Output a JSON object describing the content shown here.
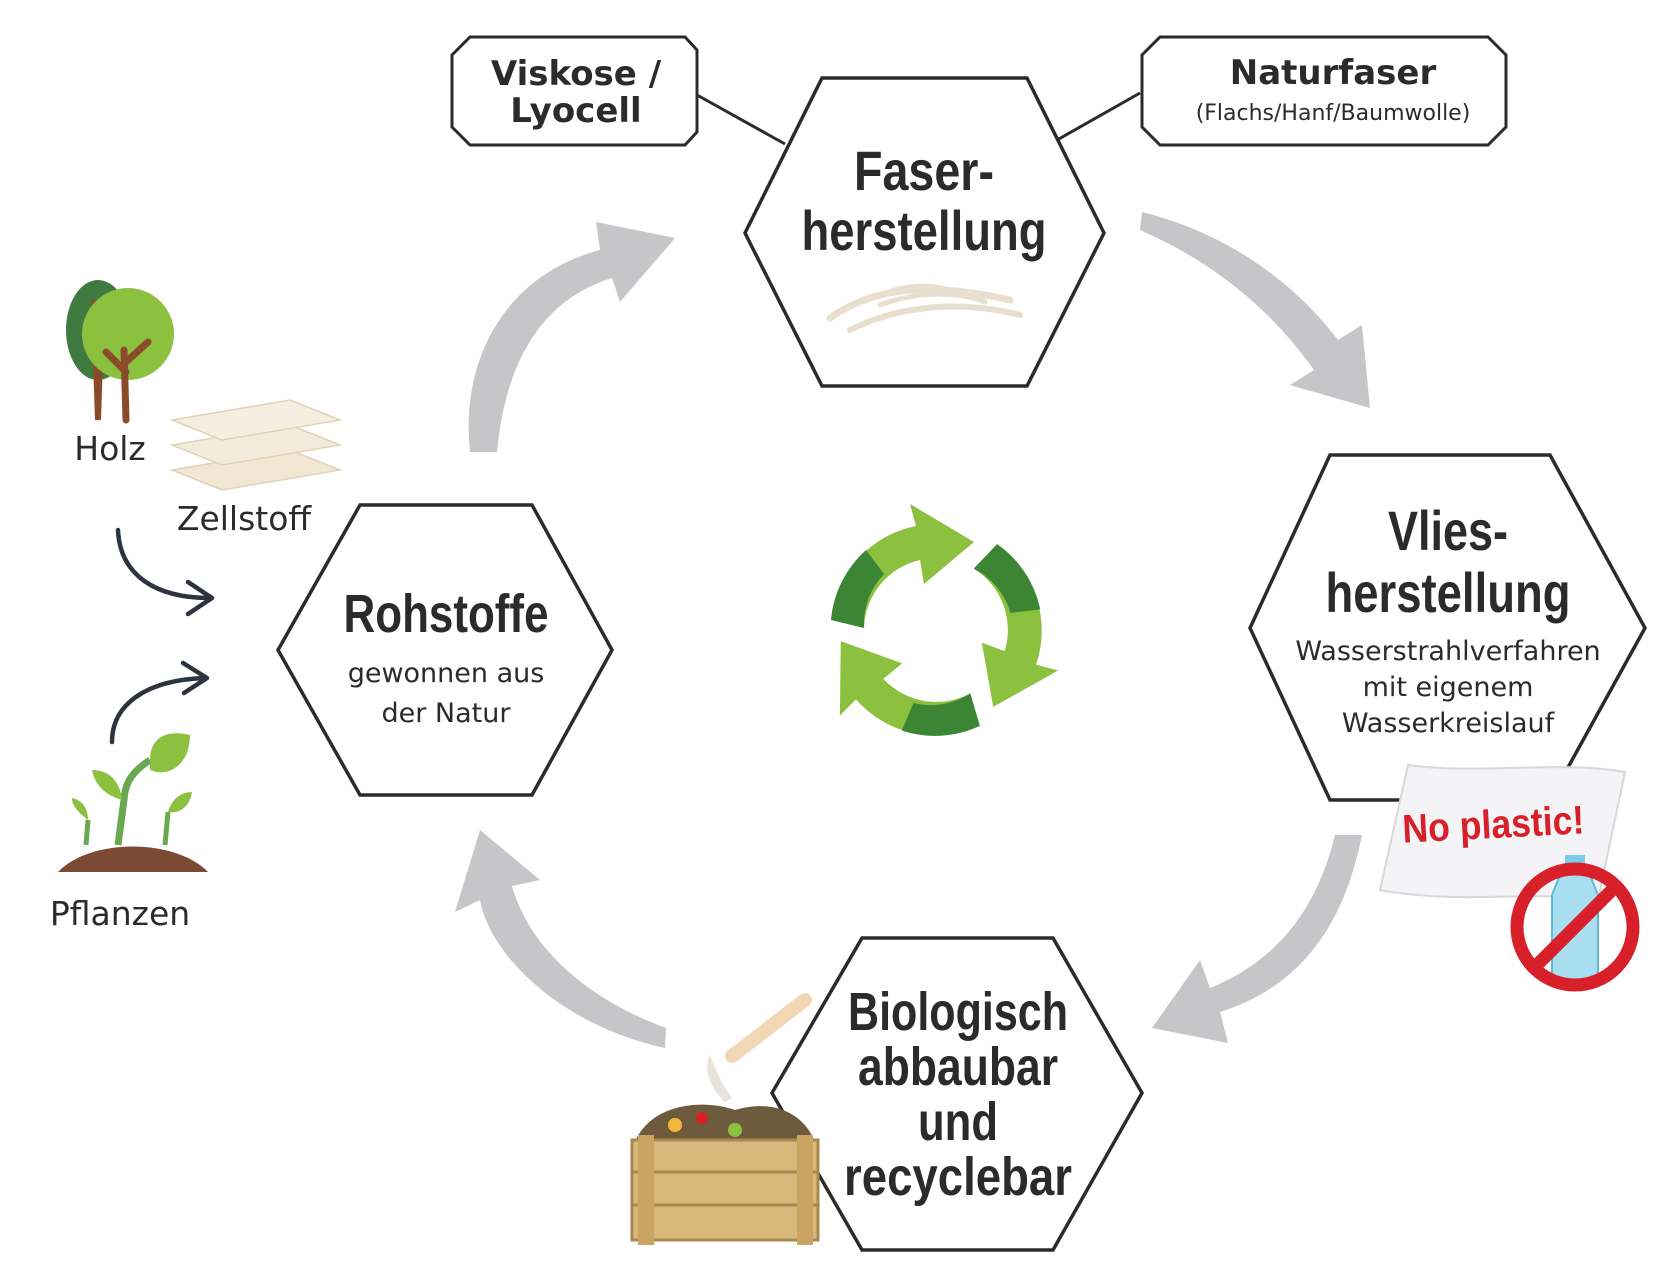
{
  "nodes": {
    "faser": {
      "title_line1": "Faser-",
      "title_line2": "herstellung"
    },
    "vlies": {
      "title_line1": "Vlies-",
      "title_line2": "herstellung",
      "desc_line1": "Wasserstrahlverfahren",
      "desc_line2": "mit eigenem",
      "desc_line3": "Wasserkreislauf"
    },
    "bio": {
      "line1": "Biologisch",
      "line2": "abbaubar",
      "line3": "und",
      "line4": "recyclebar"
    },
    "roh": {
      "title": "Rohstoffe",
      "desc_line1": "gewonnen aus",
      "desc_line2": "der Natur"
    }
  },
  "tags": {
    "viskose": {
      "line1": "Viskose /",
      "line2": "Lyocell"
    },
    "naturfaser": {
      "title": "Naturfaser",
      "subtitle": "(Flachs/Hanf/Baumwolle)"
    }
  },
  "sources": {
    "holz": "Holz",
    "zellstoff": "Zellstoff",
    "pflanzen": "Pflanzen"
  },
  "badge": {
    "no_plastic": "No plastic!"
  },
  "colors": {
    "outline": "#2b2b2b",
    "flow_arrow": "#c6c6c8",
    "recycle_light": "#8cc13f",
    "recycle_dark": "#2e7a32",
    "no_plastic_red": "#d8202a",
    "tree_green": "#6aa84f",
    "fiber": "#e9dfcf"
  },
  "icons": [
    "recycle-icon",
    "tree-icon",
    "pulp-sheets-icon",
    "seedling-icon",
    "fiber-wisp-icon",
    "compost-crate-icon",
    "no-plastic-bottle-icon"
  ]
}
